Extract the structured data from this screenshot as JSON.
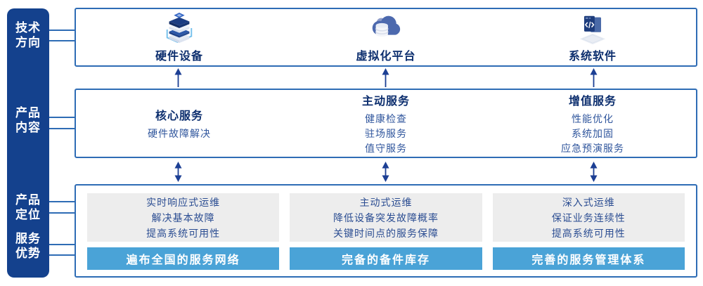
{
  "colors": {
    "sidebar_navy": "#14418d",
    "panel_border_blue": "#2e6cb5",
    "title_navy": "#0c2e6e",
    "subtext_blue": "#30569d",
    "gray_box_bg": "#ededed",
    "banner_blue": "#4aa3d7",
    "arrow_navy": "#1c3f94"
  },
  "sidebar": {
    "labels": [
      {
        "line1": "技术",
        "line2": "方向"
      },
      {
        "line1": "产品",
        "line2": "内容"
      },
      {
        "line1": "产品",
        "line2": "定位"
      },
      {
        "line1": "服务",
        "line2": "优势"
      }
    ]
  },
  "tech_row": {
    "items": [
      {
        "icon": "server-stack-icon",
        "label": "硬件设备"
      },
      {
        "icon": "cloud-database-icon",
        "label": "虚拟化平台"
      },
      {
        "icon": "code-window-icon",
        "label": "系统软件"
      }
    ]
  },
  "content_row": {
    "columns": [
      {
        "title": "核心服务",
        "items": [
          "硬件故障解决"
        ]
      },
      {
        "title": "主动服务",
        "items": [
          "健康检查",
          "驻场服务",
          "值守服务"
        ]
      },
      {
        "title": "增值服务",
        "items": [
          "性能优化",
          "系统加固",
          "应急预演服务"
        ]
      }
    ]
  },
  "position_row": {
    "columns": [
      {
        "lines": [
          "实时响应式运维",
          "解决基本故障",
          "提高系统可用性"
        ],
        "banner": "遍布全国的服务网络"
      },
      {
        "lines": [
          "主动式运维",
          "降低设备突发故障概率",
          "关键时间点的服务保障"
        ],
        "banner": "完备的备件库存"
      },
      {
        "lines": [
          "深入式运维",
          "保证业务连续性",
          "提高系统可用性"
        ],
        "banner": "完善的服务管理体系"
      }
    ]
  }
}
